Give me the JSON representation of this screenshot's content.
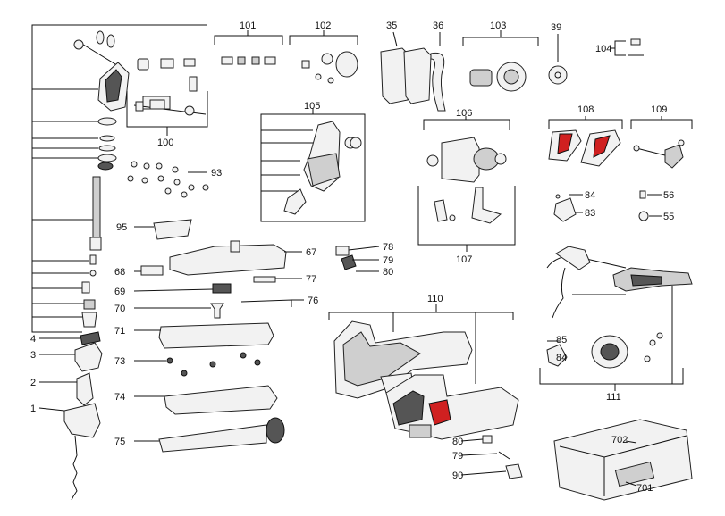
{
  "callouts": {
    "c1": "1",
    "c2": "2",
    "c3": "3",
    "c4": "4",
    "c35": "35",
    "c36": "36",
    "c39": "39",
    "c55": "55",
    "c56": "56",
    "c67": "67",
    "c68": "68",
    "c69": "69",
    "c70": "70",
    "c71": "71",
    "c73": "73",
    "c74": "74",
    "c75": "75",
    "c76": "76",
    "c77": "77",
    "c78": "78",
    "c79": "79",
    "c79b": "79",
    "c80": "80",
    "c80b": "80",
    "c83": "83",
    "c84": "84",
    "c84b": "84",
    "c85": "85",
    "c90": "90",
    "c93": "93",
    "c95": "95",
    "c100": "100",
    "c101": "101",
    "c102": "102",
    "c103": "103",
    "c104": "104",
    "c105": "105",
    "c106": "106",
    "c107": "107",
    "c108": "108",
    "c109": "109",
    "c110": "110",
    "c111": "111",
    "c701": "701",
    "c702": "702"
  },
  "colors": {
    "accent": "#d02020",
    "line": "#111111",
    "part_fill": "#f2f2f2"
  }
}
